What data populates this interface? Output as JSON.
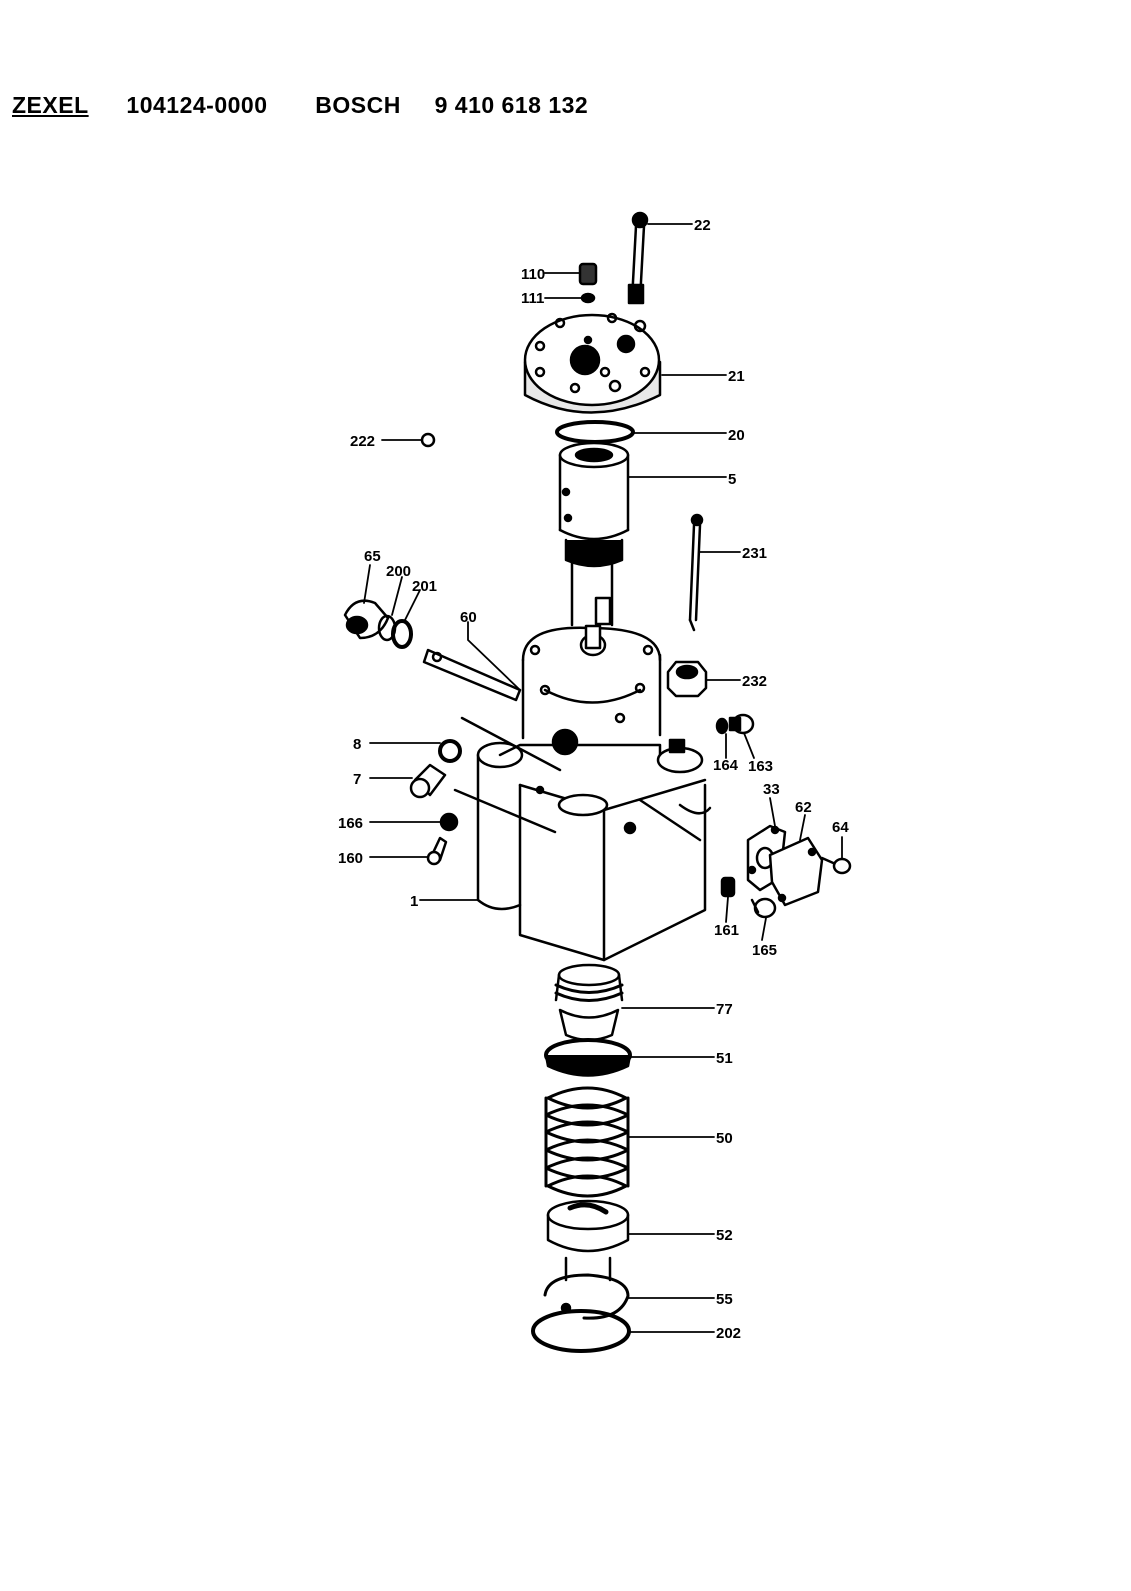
{
  "header": {
    "brand1": "ZEXEL",
    "part1": "104124-0000",
    "brand2": "BOSCH",
    "part2": "9 410 618 132"
  },
  "labels": {
    "p22": "22",
    "p110": "110",
    "p111": "111",
    "p21": "21",
    "p222": "222",
    "p20": "20",
    "p5": "5",
    "p231": "231",
    "p65": "65",
    "p200": "200",
    "p201": "201",
    "p60": "60",
    "p232": "232",
    "p8": "8",
    "p164": "164",
    "p163": "163",
    "p7": "7",
    "p33": "33",
    "p62": "62",
    "p64": "64",
    "p166": "166",
    "p160": "160",
    "p1": "1",
    "p161": "161",
    "p165": "165",
    "p77": "77",
    "p51": "51",
    "p50": "50",
    "p52": "52",
    "p55": "55",
    "p202": "202"
  }
}
